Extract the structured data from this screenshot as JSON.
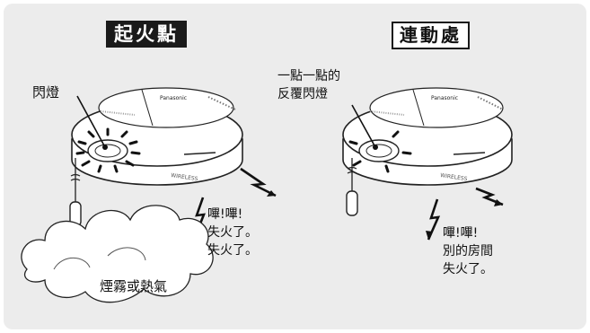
{
  "left_panel": {
    "heading": "起火點",
    "flash_label": "閃燈",
    "alarm_text": "嗶!嗶!\n失火了。\n失火了。",
    "smoke_label": "煙霧或熱氣"
  },
  "right_panel": {
    "heading": "連動處",
    "flash_label": "一點一點的\n反覆閃燈",
    "alarm_text": "嗶!嗶!\n別的房間\n失火了。"
  },
  "device": {
    "brand": "Panasonic",
    "model_text": "WIRELESS"
  },
  "colors": {
    "panel_bg": "#ececec",
    "heading_bg": "#1a1a1a",
    "device_body": "#ffffff",
    "outline": "#222222"
  }
}
